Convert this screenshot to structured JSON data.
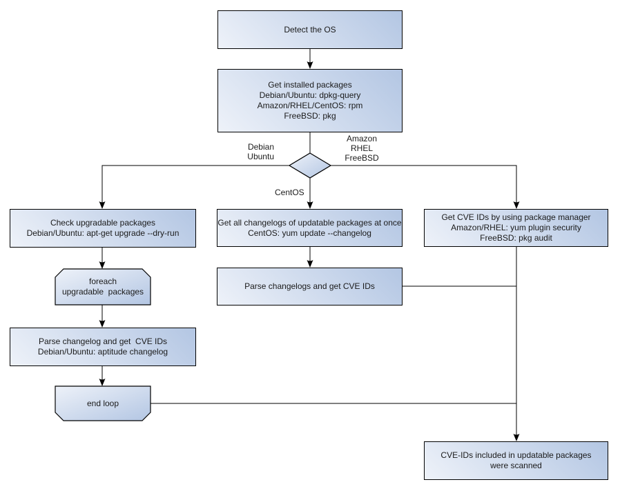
{
  "diagram": {
    "title_hint": "OS package CVE scan flowchart",
    "colors": {
      "background": "#ffffff",
      "node_fill_light": "#eef2f9",
      "node_fill_dark": "#b3c6e3",
      "node_border": "#000000",
      "connector": "#000000",
      "text": "#1a1a1a"
    }
  },
  "nodes": {
    "detect_os": {
      "label": "Detect the OS"
    },
    "get_installed_packages": {
      "label": "Get installed packages\nDebian/Ubuntu: dpkg-query\nAmazon/RHEL/CentOS: rpm\nFreeBSD: pkg"
    },
    "check_upgradable_packages": {
      "label": "Check upgradable packages\nDebian/Ubuntu: apt-get upgrade --dry-run"
    },
    "foreach_upgradable_packages": {
      "label": "foreach\nupgradable  packages"
    },
    "parse_changelog_debian": {
      "label": "Parse changelog and get  CVE IDs\nDebian/Ubuntu: aptitude changelog"
    },
    "end_loop": {
      "label": "end loop"
    },
    "get_all_changelogs": {
      "label": "Get all changelogs of updatable packages at once\nCentOS: yum update --changelog"
    },
    "parse_changelogs": {
      "label": "Parse changelogs and get CVE IDs"
    },
    "get_cve_ids_package_manager": {
      "label": "Get CVE IDs by using package manager\nAmazon/RHEL: yum plugin security\nFreeBSD: pkg audit"
    },
    "result_scanned": {
      "label": "CVE-IDs included in updatable packages\nwere scanned"
    }
  },
  "edge_labels": {
    "debian_ubuntu": "Debian\nUbuntu",
    "amazon_rhel_freebsd": "Amazon\nRHEL\nFreeBSD",
    "centos": "CentOS"
  }
}
